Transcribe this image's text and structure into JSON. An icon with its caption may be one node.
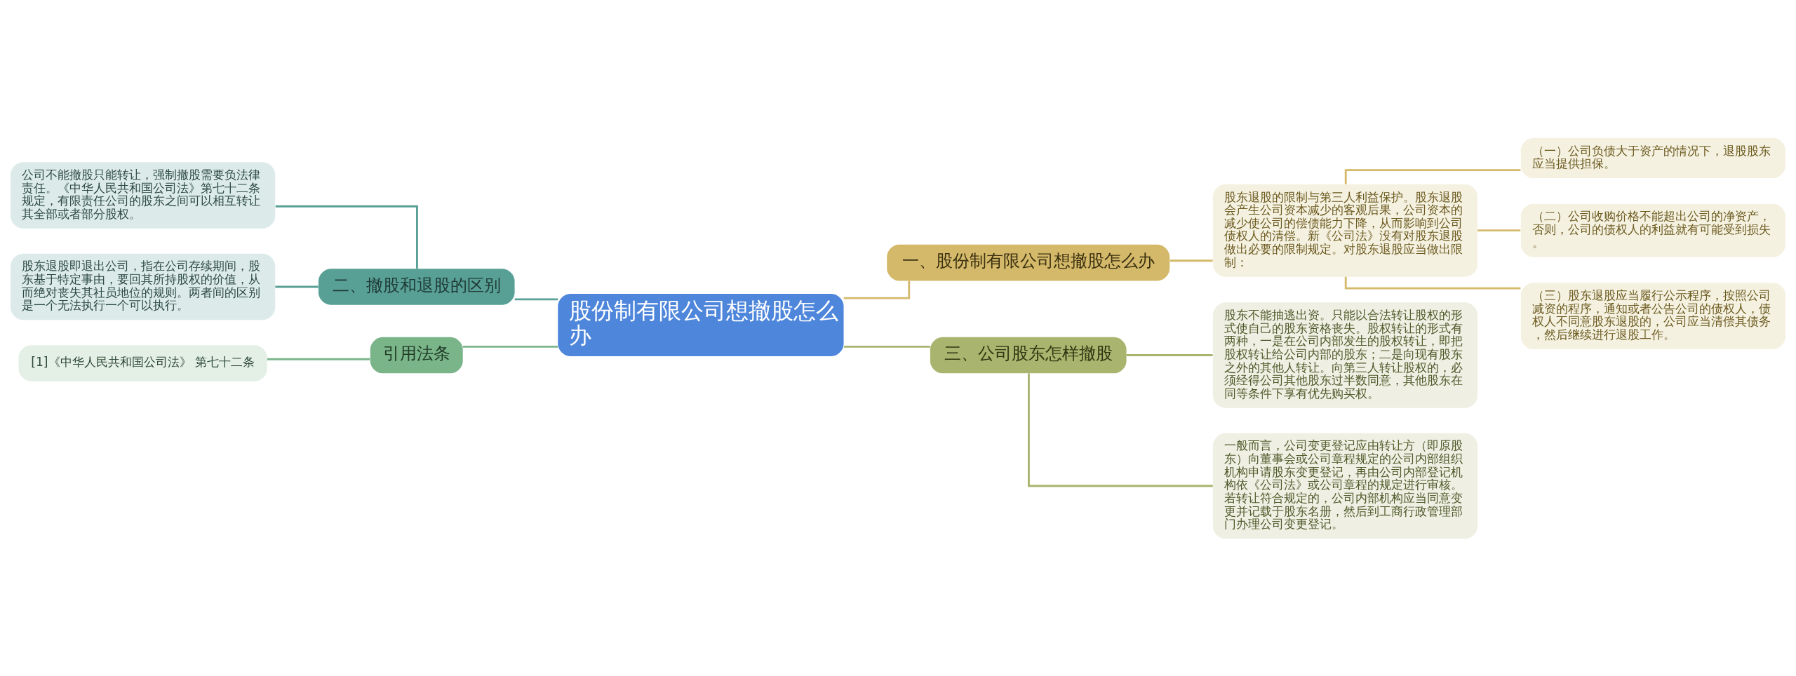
{
  "diagram": {
    "nodes": [
      {
        "text": [
          "股份制有限公司想撤股怎么办"
        ]
      },
      {
        "text": [
          "一、股份制有限公司想撤股怎么办"
        ]
      },
      {
        "text": [
          "股东退股的限制与第三人利益保护。股东退股会产生公司资本减少的客观后果，公司资本的减少使公司的偿债能力下降，从而影响到公司债权人的清偿。新《公司法》没有对股东退股做出必要的限制规定。对股东退股应当做出限制："
        ]
      },
      {
        "text": [
          "（一）公司负债大于资产的情况下，退股股东应当提供担保。"
        ]
      },
      {
        "text": [
          "（二）公司收购价格不能超出公司的净资产，否则，公司的债权人的利益就有可能受到损失。"
        ]
      },
      {
        "text": [
          "（三）股东退股应当履行公示程序，按照公司减资的程序，通知或者公告公司的债权人，债权人不同意股东退股的，公司应当清偿其债务，然后继续进行退股工作。"
        ]
      },
      {
        "text": [
          "三、公司股东怎样撤股"
        ]
      },
      {
        "text": [
          "股东不能抽逃出资。只能以合法转让股权的形式使自己的股东资格丧失。股权转让的形式有两种，一是在公司内部发生的股权转让，即把股权转让给公司内部的股东；二是向现有股东之外的其他人转让。向第三人转让股权的，必须经得公司其他股东过半数同意，其他股东在同等条件下享有优先购买权。"
        ]
      },
      {
        "text": [
          "一般而言，公司变更登记应由转让方（即原股东）向董事会或公司章程规定的公司内部组织机构申请股东变更登记，再由公司内部登记机构依《公司法》或公司章程的规定进行审核。若转让符合规定的，公司内部机构应当同意变更并记载于股东名册，然后到工商行政管理部门办理公司变更登记。"
        ]
      },
      {
        "text": [
          "二、撤股和退股的区别"
        ]
      },
      {
        "text": [
          "公司不能撤股只能转让，强制撤股需要负法律责任。《中华人民共和国公司法》第七十二条规定，有限责任公司的股东之间可以相互转让其全部或者部分股权。"
        ]
      },
      {
        "text": [
          "股东退股即退出公司，指在公司存续期间，股东基于特定事由，要回其所持股权的价值，从而绝对丧失其社员地位的规则。两者间的区别是一个无法执行一个可以执行。"
        ]
      },
      {
        "text": [
          "引用法条"
        ]
      },
      {
        "text": [
          "[1]《中华人民共和国公司法》 第七十二条"
        ]
      }
    ],
    "edges": [
      {
        "from": 0,
        "to": 1,
        "arrow": "none"
      },
      {
        "from": 1,
        "to": 2,
        "arrow": "none"
      },
      {
        "from": 2,
        "to": 3,
        "arrow": "none"
      },
      {
        "from": 2,
        "to": 4,
        "arrow": "none"
      },
      {
        "from": 2,
        "to": 5,
        "arrow": "none"
      },
      {
        "from": 0,
        "to": 6,
        "arrow": "none",
        "color": "#a9b46e"
      },
      {
        "from": 6,
        "to": 7,
        "arrow": "none",
        "color": "#a9b46e"
      },
      {
        "from": 6,
        "to": 8,
        "arrow": "none",
        "color": "#a9b46e"
      },
      {
        "from": 0,
        "to": 9,
        "arrow": "none",
        "color": "#58a096"
      },
      {
        "from": 9,
        "to": 10,
        "arrow": "none",
        "color": "#58a096"
      },
      {
        "from": 9,
        "to": 11,
        "arrow": "none",
        "color": "#58a096"
      },
      {
        "from": 0,
        "to": 12,
        "arrow": "none",
        "color": "#7ab58a"
      },
      {
        "from": 12,
        "to": 13,
        "arrow": "none",
        "color": "#7ab58a"
      }
    ]
  }
}
